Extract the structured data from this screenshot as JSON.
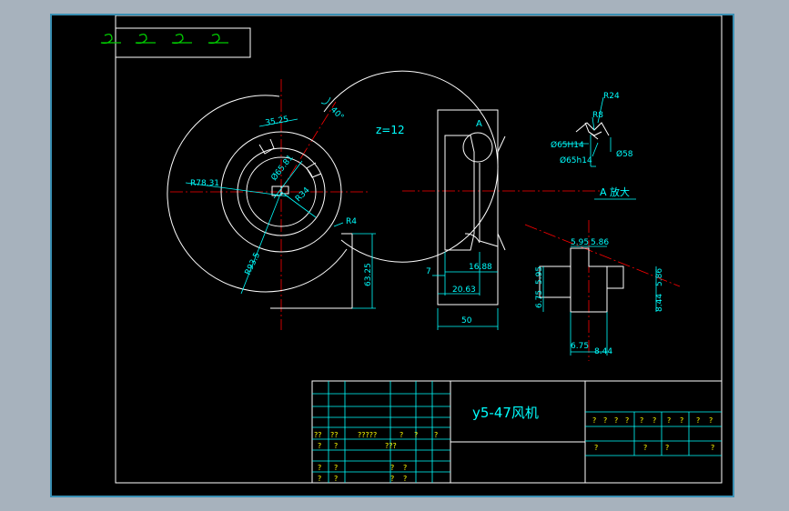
{
  "colors": {
    "background": "#000000",
    "frame": "#ffffff",
    "outer_border": "#3a8fb3",
    "dimension": "#00ffff",
    "center_line": "#ff0000",
    "label": "#00ffff",
    "question": "#ffff00",
    "green_marks": "#00cc00"
  },
  "title_block": {
    "title": "y5-47风机",
    "left_row_marks": [
      "??",
      "??",
      "?????",
      "?",
      "?",
      "?"
    ],
    "mid_row_marks": [
      "?",
      "?",
      "???"
    ],
    "row3_marks": [
      "?",
      "?",
      "?",
      "?"
    ],
    "row4_marks": [
      "?",
      "?",
      "?",
      "?"
    ],
    "right_row1_marks": [
      "?",
      "?",
      "?",
      "?",
      "?",
      "?",
      "?",
      "?",
      "?",
      "?"
    ],
    "right_row2_marks": [
      "?",
      "?",
      "?",
      "?"
    ]
  },
  "views": {
    "front": {
      "dims": [
        "R78.31",
        "R93.5",
        "Ø65.81",
        "R34",
        "35.25",
        "40°",
        "R4",
        "63.25"
      ]
    },
    "section": {
      "label_a": "A",
      "teeth": "z=12",
      "dims": [
        "7",
        "16.88",
        "20.63",
        "50"
      ]
    },
    "detail": {
      "dims": [
        "R24",
        "R8",
        "Ø65H14",
        "Ø65h14",
        "Ø58"
      ],
      "caption": "A 放大"
    },
    "cross": {
      "dims": [
        "5.95",
        "5.86",
        "5.95",
        "6.75",
        "5.86",
        "8.44",
        "6.75",
        "8.44"
      ]
    }
  }
}
